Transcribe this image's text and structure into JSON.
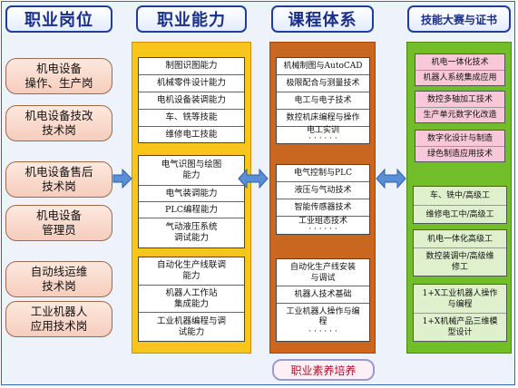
{
  "headers": {
    "col1": "职业岗位",
    "col2": "职业能力",
    "col3": "课程体系",
    "col4": "技能大赛与证书"
  },
  "jobs": [
    "机电设备\n操作、生产岗",
    "机电设备技改\n技术岗",
    "机电设备售后\n技术岗",
    "机电设备\n管理员",
    "自动线运维\n技术岗",
    "工业机器人\n应用技术岗"
  ],
  "abilities": [
    [
      "制图识图能力",
      "机械零件设计能力",
      "电机设备装调能力",
      "车、铣等技能",
      "维修电工技能"
    ],
    [
      "电气识图与绘图\n能力",
      "电气装调能力",
      "PLC编程能力",
      "气动液压系统\n调试能力"
    ],
    [
      "自动化生产线联调\n能力",
      "机器人工作站\n集成能力",
      "工业机器编程与调\n试能力"
    ]
  ],
  "courses": [
    [
      "机械制图与AutoCAD",
      "极限配合与测量技术",
      "电工与电子技术",
      "数控机床编程与操作",
      "电工实训\n· · · · · ·"
    ],
    [
      "电气控制与PLC",
      "液压与气动技术",
      "智能传感器技术",
      "工业组态技术\n· · · · · ·"
    ],
    [
      "自动化生产线安装\n与调试",
      "机器人技术基础",
      "工业机器人操作与编\n程\n· · · · · ·"
    ]
  ],
  "certs": {
    "pink": [
      [
        "机电一体化技术",
        "机器人系统集成应用"
      ],
      [
        "数控多轴加工技术",
        "生产单元数字化改造"
      ],
      [
        "数字化设计与制造",
        "绿色制造应用技术"
      ]
    ],
    "green": [
      [
        "车、铣中/高级工",
        "维修电工中/高级工"
      ],
      [
        "机电一体化高级工",
        "数控装调中/高级维\n修工"
      ],
      [
        "1+X工业机器人操作\n与编程",
        "1+X机械产品三维模\n型设计"
      ]
    ]
  },
  "footer_badge": "职业素养培养"
}
